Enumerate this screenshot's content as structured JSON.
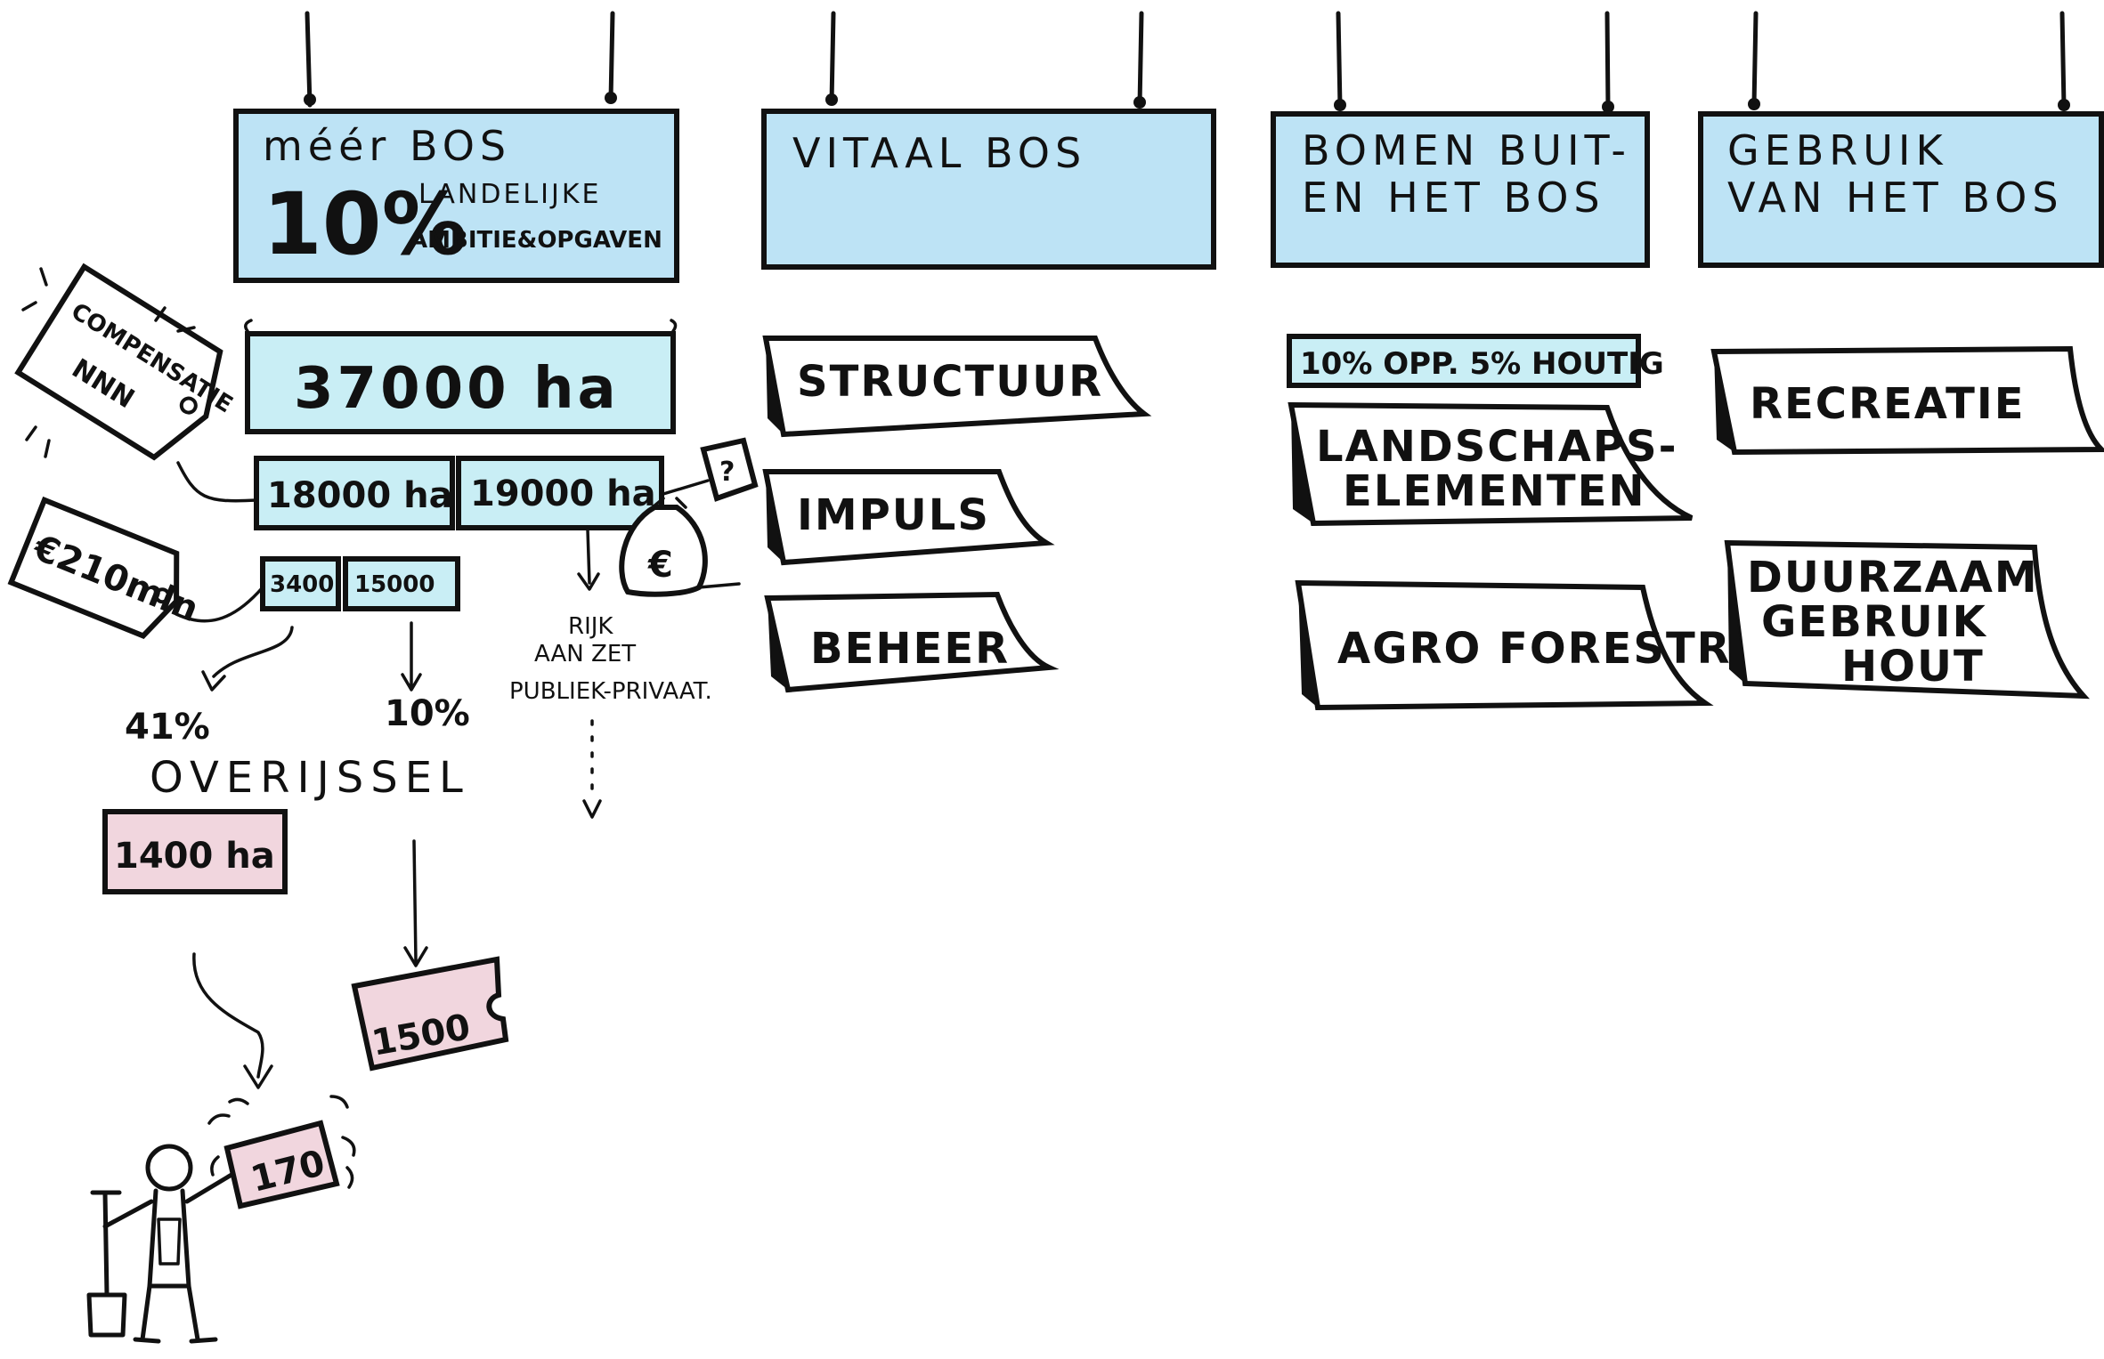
{
  "header_boards": [
    {
      "line1": "méér BOS",
      "big": "10%",
      "line2": "LANDELIJKE",
      "line3": "AMBITIE&OPGAVEN"
    },
    {
      "line1": "VITAAL BOS",
      "line2": ""
    },
    {
      "line1": "BOMEN BUIT-",
      "line2": "EN HET BOS"
    },
    {
      "line1": "GEBRUIK",
      "line2": "VAN HET BOS"
    }
  ],
  "column1": {
    "main_area": "37000 ha",
    "split": [
      "18000 ha",
      "19000 ha"
    ],
    "sub_split": [
      "3400",
      "15000"
    ],
    "compensation_tag": {
      "line1": "COMPENSATIE",
      "line2": "NNN"
    },
    "money_tag": "€210mln",
    "money_bag_symbol": "€",
    "question_mark": "?",
    "rijk_note": [
      "RIJK",
      "AAN ZET",
      "PUBLIEK-PRIVAAT."
    ],
    "percent_left": "41%",
    "percent_right": "10%",
    "province": "OVERIJSSEL",
    "pink_left": "1400 ha",
    "pink_right": "1500",
    "farmer_card": "170"
  },
  "column2": {
    "items": [
      "STRUCTUUR",
      "IMPULS",
      "BEHEER"
    ]
  },
  "column3": {
    "banner": "10% OPP. 5% HOUTIG",
    "items": [
      [
        "LANDSCHAPS-",
        "ELEMENTEN"
      ],
      [
        "AGRO FORESTRY"
      ]
    ]
  },
  "column4": {
    "items": [
      [
        "RECREATIE"
      ],
      [
        "DUURZAAM",
        "GEBRUIK",
        "HOUT"
      ]
    ]
  },
  "colors": {
    "board": "#bde3f5",
    "light_board": "#c9eef5",
    "pink": "#f1d6de",
    "ink": "#111111"
  },
  "icons": [
    "money-bag-icon",
    "farmer-icon",
    "shovel-icon",
    "price-tag-icon"
  ]
}
